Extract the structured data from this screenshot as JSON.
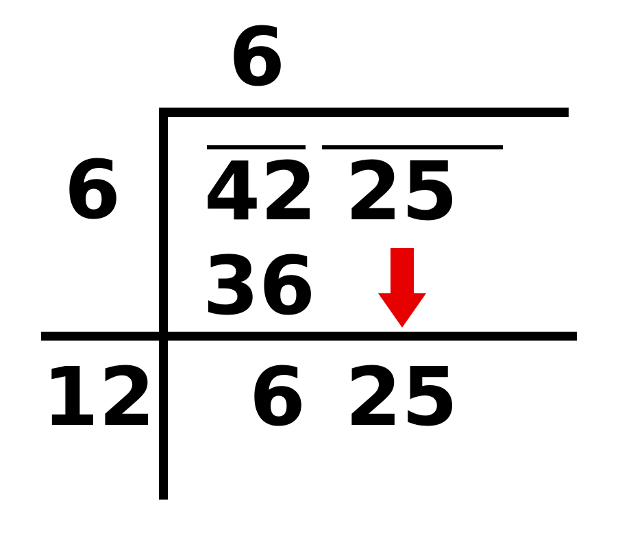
{
  "diagram": {
    "quotient_digit": "6",
    "divisor": "6",
    "dividend_group_1": "42",
    "dividend_group_2": "25",
    "subtrahend": "36",
    "next_divisor": "12",
    "remainder": "6",
    "brought_down": "25",
    "arrow_color": "#e60000",
    "line_color": "#000000"
  }
}
